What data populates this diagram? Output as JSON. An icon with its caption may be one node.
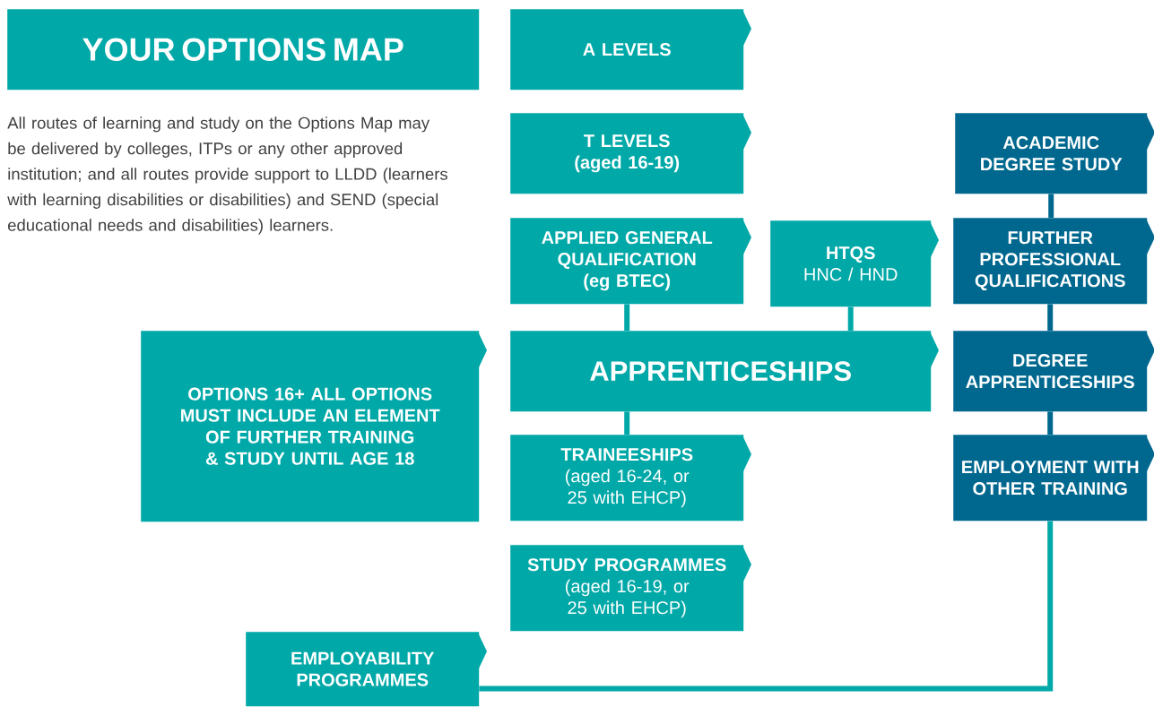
{
  "diagram": {
    "nodes": [
      {
        "text": [
          "YOUR OPTIONS MAP"
        ]
      },
      {
        "text": [
          "A LEVELS"
        ]
      },
      {
        "text": [
          "T LEVELS",
          "(aged 16-19)"
        ]
      },
      {
        "text": [
          "ACADEMIC DEGREE STUDY"
        ]
      },
      {
        "text": [
          "APPLIED GENERAL QUALIFICATION",
          "(eg BTEC)"
        ]
      },
      {
        "text": [
          "HTQS",
          "HNC / HND"
        ]
      },
      {
        "text": [
          "FURTHER PROFESSIONAL QUALIFICATIONS"
        ]
      },
      {
        "text": [
          "OPTIONS 16+ ALL OPTIONS MUST INCLUDE AN ELEMENT OF FURTHER TRAINING & STUDY UNTIL AGE 18"
        ]
      },
      {
        "text": [
          "APPRENTICESHIPS"
        ]
      },
      {
        "text": [
          "DEGREE APPRENTICESHIPS"
        ]
      },
      {
        "text": [
          "TRAINEESHIPS",
          "(aged 16-24, or 25 with EHCP)"
        ]
      },
      {
        "text": [
          "EMPLOYMENT WITH OTHER TRAINING"
        ]
      },
      {
        "text": [
          "STUDY PROGRAMMES",
          "(aged 16-19, or 25 with EHCP)"
        ]
      },
      {
        "text": [
          "EMPLOYABILITY PROGRAMMES"
        ]
      }
    ],
    "edges": [
      {
        "from": 4,
        "to": 8,
        "arrow": "none"
      },
      {
        "from": 5,
        "to": 8,
        "arrow": "none"
      },
      {
        "from": 8,
        "to": 10,
        "arrow": "none"
      },
      {
        "from": 3,
        "to": 6,
        "arrow": "none",
        "color": "#00688f"
      },
      {
        "from": 6,
        "to": 9,
        "arrow": "none",
        "color": "#00688f"
      },
      {
        "from": 9,
        "to": 11,
        "arrow": "none",
        "color": "#00688f"
      },
      {
        "from": 11,
        "to": 13,
        "arrow": "none"
      }
    ],
    "labels": [
      "All routes of learning and study on the Options Map may be delivered by colleges, ITPs or any other approved institution; and all routes provide support to LLDD (learners with learning disabilities or disabilities) and SEND (special educational needs and disabilities) learners."
    ]
  }
}
